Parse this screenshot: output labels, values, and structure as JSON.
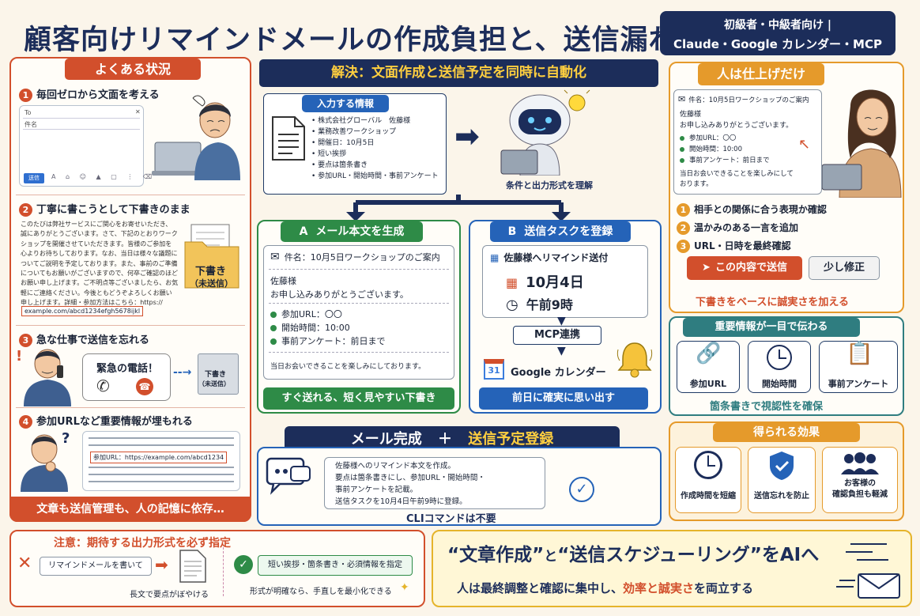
{
  "title": "顧客向けリマインドメールの作成負担と、送信漏れ",
  "audience": {
    "line1": "初級者・中級者向け |",
    "line2": "Claude・Google カレンダー・MCP"
  },
  "situations": {
    "header": "よくある状況",
    "s1": {
      "num": "1",
      "label": "毎回ゼロから文面を考える",
      "to": "To",
      "subject": "件名",
      "send": "送信"
    },
    "s2": {
      "num": "2",
      "label": "丁寧に書こうとして下書きのまま",
      "text": "このたびは弊社サービスにご関心をお寄せいただき、\n誠にありがとうございます。さて、下記のとおりワーク\nショップを開催させていただきます。皆様のご参加を\n心よりお待ちしております。なお、当日は様々な議題に\nついてご説明を予定しております。また、事前のご準備\nについてもお願いがございますので、何卒ご確認のほど\nお願い申し上げます。ご不明点等ございましたら、お気\n軽にご連絡ください。今後ともどうぞよろしくお願い\n申し上げます。詳細・参加方法はこちら：https://",
      "url": "example.com/abcd1234efgh5678ijkl",
      "folder1": "下書き",
      "folder2": "（未送信）"
    },
    "s3": {
      "num": "3",
      "label": "急な仕事で送信を忘れる",
      "call": "緊急の電話！",
      "folder1": "下書き",
      "folder2": "（未送信）"
    },
    "s4": {
      "num": "4",
      "label": "参加URLなど重要情報が埋もれる",
      "url": "参加URL：https://example.com/abcd1234"
    },
    "footer": "文章も送信管理も、人の記憶に依存…"
  },
  "solution": {
    "header": "解決：文面作成と送信予定を同時に自動化",
    "input": {
      "header": "入力する情報",
      "items": [
        "株式会社グローバル　佐藤様",
        "業務改善ワークショップ",
        "開催日：10月5日",
        "短い挨拶",
        "要点は箇条書き",
        "参加URL・開始時間・事前アンケート"
      ]
    },
    "robot_caption": "条件と出力形式を理解",
    "a": {
      "badge": "A",
      "header": "メール本文を生成",
      "subject": "件名：10月5日ワークショップのご案内",
      "greet1": "佐藤様",
      "greet2": "お申し込みありがとうございます。",
      "bullets": [
        "参加URL：〇〇",
        "開始時間：10:00",
        "事前アンケート：前日まで"
      ],
      "closing": "当日お会いできることを楽しみにしております。",
      "footer": "すぐ送れる、短く見やすい下書き"
    },
    "b": {
      "badge": "B",
      "header": "送信タスクを登録",
      "task": "佐藤様へリマインド送付",
      "date": "10月4日",
      "time": "午前9時",
      "mcp": "MCP連携",
      "gcal_num": "31",
      "gcal": "Google カレンダー",
      "footer": "前日に確実に思い出す"
    },
    "complete": {
      "left": "メール完成",
      "plus": "＋",
      "right": "送信予定登録"
    },
    "prompt": "佐藤様へのリマインド本文を作成。\n要点は箇条書きにし、参加URL・開始時間・\n事前アンケートを記載。\n送信タスクを10月4日午前9時に登録。",
    "cli": "CLIコマンドは不要"
  },
  "finish": {
    "header": "人は仕上げだけ",
    "mail": {
      "subject": "件名：10月5日ワークショップのご案内",
      "greet1": "佐藤様",
      "greet2": "お申し込みありがとうございます。",
      "bullets": [
        "参加URL：〇〇",
        "開始時間：10:00",
        "事前アンケート：前日まで"
      ],
      "closing": "当日お会いできることを楽しみにして\nおります。"
    },
    "checks": [
      {
        "num": "1",
        "text": "相手との関係に合う表現か確認"
      },
      {
        "num": "2",
        "text": "温かみのある一言を追加"
      },
      {
        "num": "3",
        "text": "URL・日時を最終確認"
      }
    ],
    "send": "この内容で送信",
    "edit": "少し修正",
    "footer": "下書きをベースに誠実さを加える"
  },
  "key_info": {
    "header": "重要情報が一目で伝わる",
    "items": [
      "参加URL",
      "開始時間",
      "事前アンケート"
    ],
    "footer": "箇条書きで視認性を確保"
  },
  "effects": {
    "header": "得られる効果",
    "items": [
      "作成時間を短縮",
      "送信忘れを防止",
      "お客様の\n確認負担も軽減"
    ]
  },
  "caution": {
    "header": "注意：期待する出力形式を必ず指定",
    "bad": "リマインドメールを書いて",
    "bad_note": "長文で要点がぼやける",
    "good": "短い挨拶・箇条書き・必須情報を指定",
    "good_note": "形式が明確なら、手直しを最小化できる"
  },
  "conclusion": {
    "q1": "“文章作成”",
    "to": "と",
    "q2": "“送信スケジューリング”",
    "tail": "をAIへ",
    "sub1": "人は最終調整と確認に集中し、",
    "sub2": "効率と誠実さ",
    "sub3": "を両立する"
  },
  "colors": {
    "navy": "#1c2d5a",
    "red": "#d24f2c",
    "green": "#2e8b47",
    "blue": "#2563b8",
    "orange": "#e59a2b",
    "teal": "#2f7d80"
  }
}
